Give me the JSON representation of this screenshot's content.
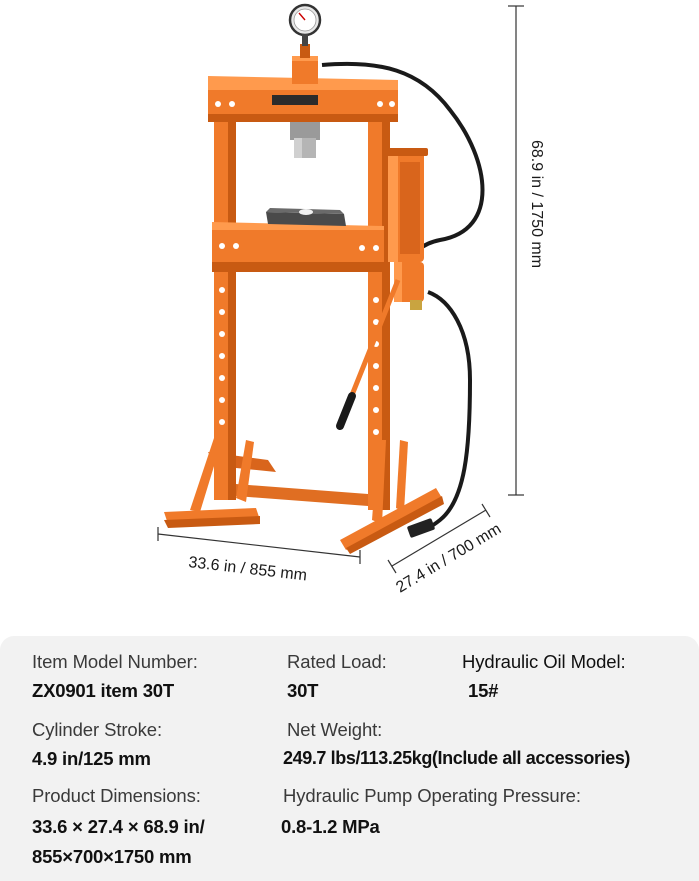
{
  "dimensions": {
    "height": "68.9 in / 1750 mm",
    "width": "33.6 in / 855 mm",
    "depth": "27.4 in / 700 mm"
  },
  "colors": {
    "frame": "#f07a2a",
    "frame_dark": "#c85a12",
    "frame_light": "#ff9a4d",
    "panel": "#f2f2f2",
    "gauge": "#e8e8e8",
    "hose": "#1a1a1a"
  },
  "specs": {
    "model": {
      "label": "Item Model Number:",
      "value": "ZX0901 item 30T"
    },
    "rated_load": {
      "label": "Rated Load:",
      "value": "30T"
    },
    "oil_model": {
      "label": "Hydraulic Oil Model:",
      "value": "15#"
    },
    "stroke": {
      "label": "Cylinder Stroke:",
      "value": "4.9 in/125 mm"
    },
    "net_weight": {
      "label": "Net Weight:",
      "value": "249.7 lbs/113.25kg(Include all accessories)"
    },
    "product_dims": {
      "label": "Product Dimensions:",
      "value_line1": "33.6 × 27.4 × 68.9 in/",
      "value_line2": "855×700×1750 mm"
    },
    "pump_pressure": {
      "label": "Hydraulic Pump Operating Pressure:",
      "value": "0.8-1.2 MPa"
    }
  }
}
